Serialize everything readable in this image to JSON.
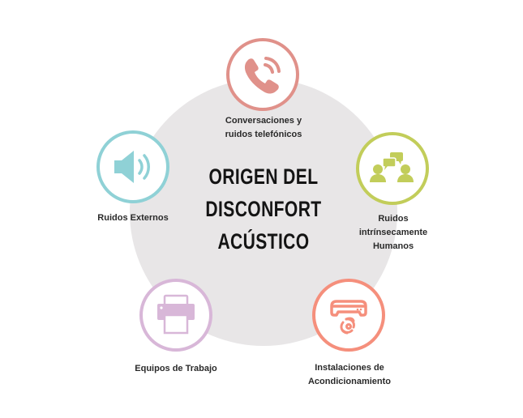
{
  "diagram": {
    "title_lines": [
      "ORIGEN DEL",
      "DISCONFORT",
      "ACÚSTICO"
    ],
    "hub_color": "#e8e6e7",
    "nodes": [
      {
        "id": "telefonicos",
        "icon": "phone-icon",
        "color": "#e0918a",
        "label_lines": [
          "Conversaciones y",
          "ruidos telefónicos"
        ]
      },
      {
        "id": "humanos",
        "icon": "people-chat-icon",
        "color": "#c2cd5a",
        "label_lines": [
          "Ruidos",
          "intrínsecamente",
          "Humanos"
        ]
      },
      {
        "id": "acondicionamiento",
        "icon": "air-conditioner-icon",
        "color": "#f58f7c",
        "label_lines": [
          "Instalaciones de",
          "Acondicionamiento"
        ]
      },
      {
        "id": "equipos",
        "icon": "printer-icon",
        "color": "#d8b7d8",
        "label_lines": [
          "Equipos de Trabajo"
        ]
      },
      {
        "id": "externos",
        "icon": "speaker-icon",
        "color": "#8fd1d6",
        "label_lines": [
          "Ruidos Externos"
        ]
      }
    ]
  }
}
